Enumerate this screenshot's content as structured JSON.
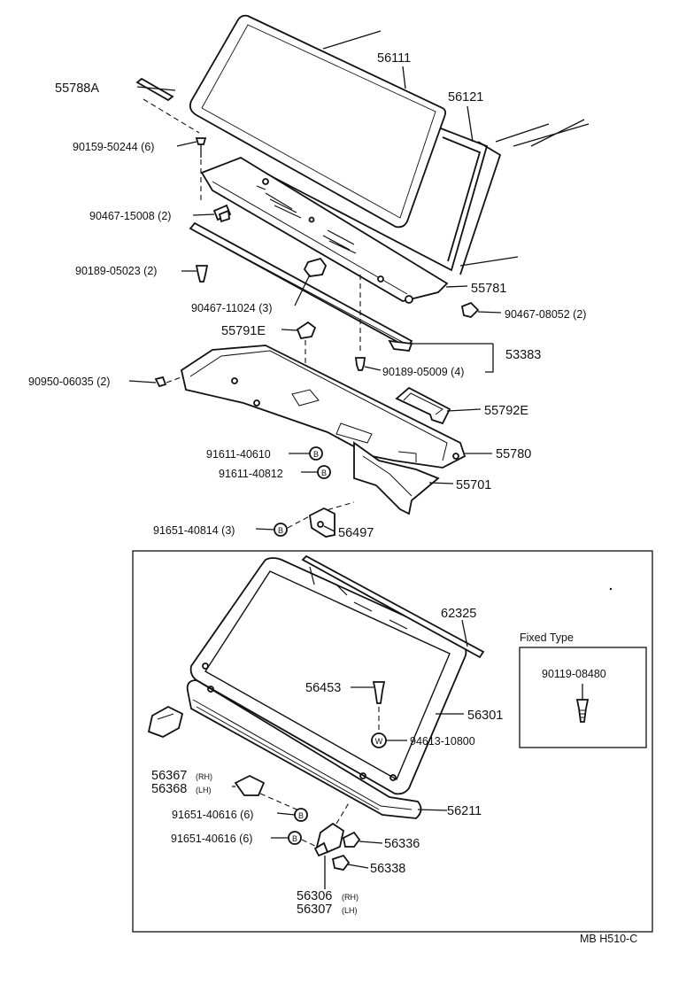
{
  "labels": {
    "p56111": "56111",
    "p56121": "56121",
    "p55788A": "55788A",
    "p90159": "90159-50244 (6)",
    "p90467_15008": "90467-15008 (2)",
    "p90189_05023": "90189-05023 (2)",
    "p90467_11024": "90467-11024 (3)",
    "p55781": "55781",
    "p90467_08052": "90467-08052 (2)",
    "p55791E": "55791E",
    "p53383": "53383",
    "p90189_05009": "90189-05009 (4)",
    "p90950": "90950-06035 (2)",
    "p55792E": "55792E",
    "p91611_40610": "91611-40610",
    "p55780": "55780",
    "p91611_40812": "91611-40812",
    "p55701": "55701",
    "p91651_40814": "91651-40814 (3)",
    "p56497": "56497",
    "p62325": "62325",
    "fixed_type": "Fixed Type",
    "p90119": "90119-08480",
    "p56453": "56453",
    "p56301": "56301",
    "p94613": "94613-10800",
    "p56367": "56367",
    "p56367_side": "(RH)",
    "p56368": "56368",
    "p56368_side": "(LH)",
    "p91651_40616a": "91651-40616 (6)",
    "p56211": "56211",
    "p91651_40616b": "91651-40616 (6)",
    "p56336": "56336",
    "p56338": "56338",
    "p56306": "56306",
    "p56306_side": "(RH)",
    "p56307": "56307",
    "p56307_side": "(LH)",
    "footer": "MB  H510-C"
  },
  "symbols": {
    "bolt_b": "B",
    "washer_w": "W"
  }
}
